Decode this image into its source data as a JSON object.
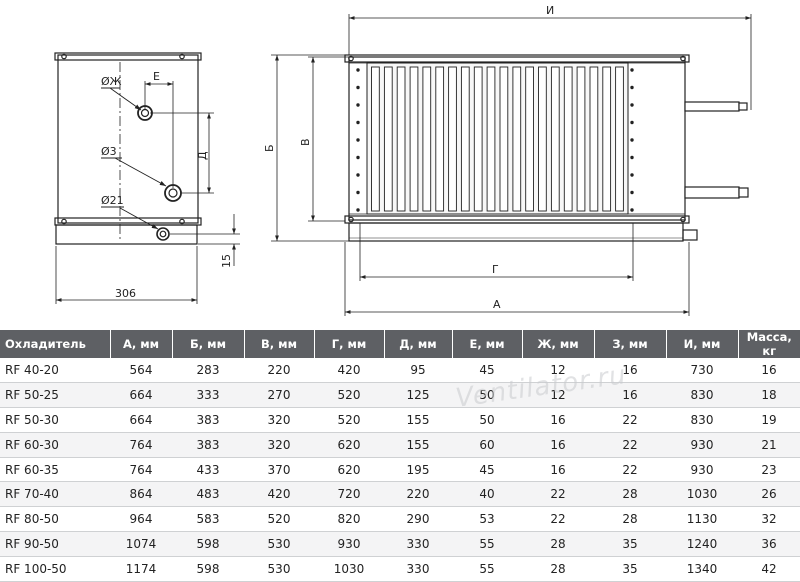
{
  "drawing": {
    "labels": {
      "zh": "ØЖ",
      "e": "Е",
      "d3": "Ø3",
      "d": "Д",
      "d21": "Ø21",
      "w306": "306",
      "h15": "15",
      "b": "Б",
      "v": "В",
      "i": "И",
      "g": "Г",
      "a": "А"
    }
  },
  "table": {
    "headers": [
      "Охладитель",
      "А, мм",
      "Б, мм",
      "В, мм",
      "Г, мм",
      "Д, мм",
      "Е, мм",
      "Ж, мм",
      "З, мм",
      "И, мм",
      "Масса, кг"
    ],
    "rows": [
      [
        "RF  40-20",
        "564",
        "283",
        "220",
        "420",
        "95",
        "45",
        "12",
        "16",
        "730",
        "16"
      ],
      [
        "RF  50-25",
        "664",
        "333",
        "270",
        "520",
        "125",
        "50",
        "12",
        "16",
        "830",
        "18"
      ],
      [
        "RF  50-30",
        "664",
        "383",
        "320",
        "520",
        "155",
        "50",
        "16",
        "22",
        "830",
        "19"
      ],
      [
        "RF  60-30",
        "764",
        "383",
        "320",
        "620",
        "155",
        "60",
        "16",
        "22",
        "930",
        "21"
      ],
      [
        "RF  60-35",
        "764",
        "433",
        "370",
        "620",
        "195",
        "45",
        "16",
        "22",
        "930",
        "23"
      ],
      [
        "RF  70-40",
        "864",
        "483",
        "420",
        "720",
        "220",
        "40",
        "22",
        "28",
        "1030",
        "26"
      ],
      [
        "RF  80-50",
        "964",
        "583",
        "520",
        "820",
        "290",
        "53",
        "22",
        "28",
        "1130",
        "32"
      ],
      [
        "RF  90-50",
        "1074",
        "598",
        "530",
        "930",
        "330",
        "55",
        "28",
        "35",
        "1240",
        "36"
      ],
      [
        "RF  100-50",
        "1174",
        "598",
        "530",
        "1030",
        "330",
        "55",
        "28",
        "35",
        "1340",
        "42"
      ]
    ]
  },
  "watermark": "Ventilator.ru"
}
